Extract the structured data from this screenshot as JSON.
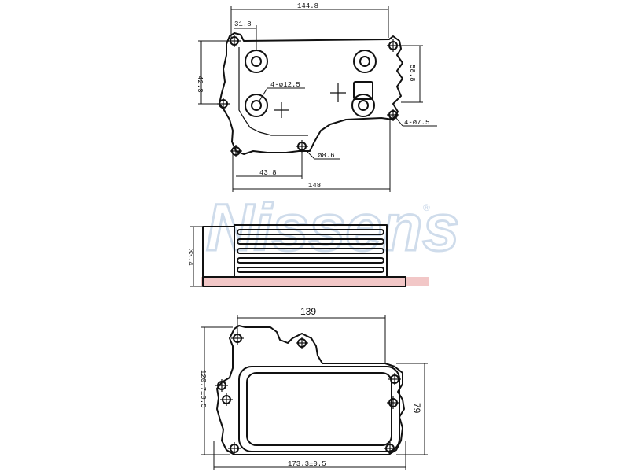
{
  "watermark": {
    "brand": "Nissens",
    "registered": "®"
  },
  "colors": {
    "line": "#111111",
    "watermark": "#c7d6e8",
    "base_plate": "#f2c7c7"
  },
  "dimensions": {
    "top_width": "144.8",
    "top_small_offset": "31.8",
    "top_left_height": "42.3",
    "top_right_height": "58.8",
    "bore_callout": "4-ø12.5",
    "hole_callout_right": "4-ø7.5",
    "hole_callout_bottom": "ø8.6",
    "bottom_offset": "43.8",
    "top_bottom_width": "148",
    "side_height": "33.4",
    "bottom_width_top": "139",
    "bottom_height_left": "120.7±0.5",
    "bottom_height_right": "79",
    "bottom_width_bottom": "173.3±0.5"
  }
}
